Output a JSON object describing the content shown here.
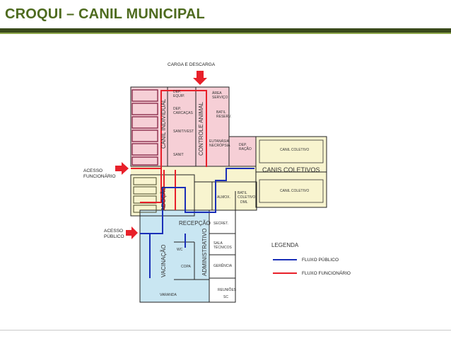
{
  "title": "CROQUI – CANIL MUNICIPAL",
  "labels": {
    "carga": "CARGA E DESCARGA",
    "acesso_funcionario_1": "ACESSO",
    "acesso_funcionario_2": "FUNCIONÁRIO",
    "acesso_publico_1": "ACESSO",
    "acesso_publico_2": "PÚBLICO",
    "canil_individual": "CANIL INDIVIDUAL",
    "controle_animal": "CONTROLE ANIMAL",
    "adocao": "ADOÇÃO",
    "recepcao": "RECEPÇÃO",
    "vacinacao": "VACINAÇÃO",
    "administrativo": "ADMINISTRATIVO",
    "canis_coletivos": "CANIS COLETIVOS",
    "dep_equip_1": "DEP.",
    "dep_equip_2": "EQUIP.",
    "dep_carcacas_1": "DEP.",
    "dep_carcacas_2": "CARCAÇAS",
    "sanit_vest": "SANIT/VEST",
    "sanit": "SANIT",
    "area_servico_1": "ÁREA",
    "area_servico_2": "SERVIÇO",
    "batil_reserv_1": "BATIL",
    "batil_reserv_2": "RESERV.",
    "eutanasia_1": "EUTANÁSIA",
    "eutanasia_2": "NECRÓPSIA",
    "dep_racao_1": "DEP.",
    "dep_racao_2": "RAÇÃO",
    "canil_coletivo_top": "CANIL COLETIVO",
    "canil_coletivo_bottom": "CANIL COLETIVO",
    "almox": "ALMOX.",
    "batil_coletivo_1": "BATIL",
    "batil_coletivo_2": "COLETIVO",
    "dml": "DML",
    "secret": "SECRET.",
    "sala_tecnicos_1": "SALA",
    "sala_tecnicos_2": "TÉCNICOS",
    "gerencia": "GERÊNCIA",
    "reunioes": "REUNIÕES",
    "sc": "SC",
    "wc": "WC",
    "copa": "COPA",
    "varanda": "VARANDA"
  },
  "legend": {
    "title": "LEGENDA",
    "items": [
      {
        "label": "FLUXO PÚBLICO",
        "color": "#1a2fb8"
      },
      {
        "label": "FLUXO FUNCIONÁRIO",
        "color": "#e8202a"
      }
    ]
  },
  "colors": {
    "title": "#4e6b1f",
    "pink_zone": "#f6cfd6",
    "yellow_zone": "#f8f4cf",
    "blue_zone": "#c9e6f2",
    "public_flow": "#1a2fb8",
    "staff_flow": "#e8202a",
    "kennel_wall": "#7a1437"
  }
}
